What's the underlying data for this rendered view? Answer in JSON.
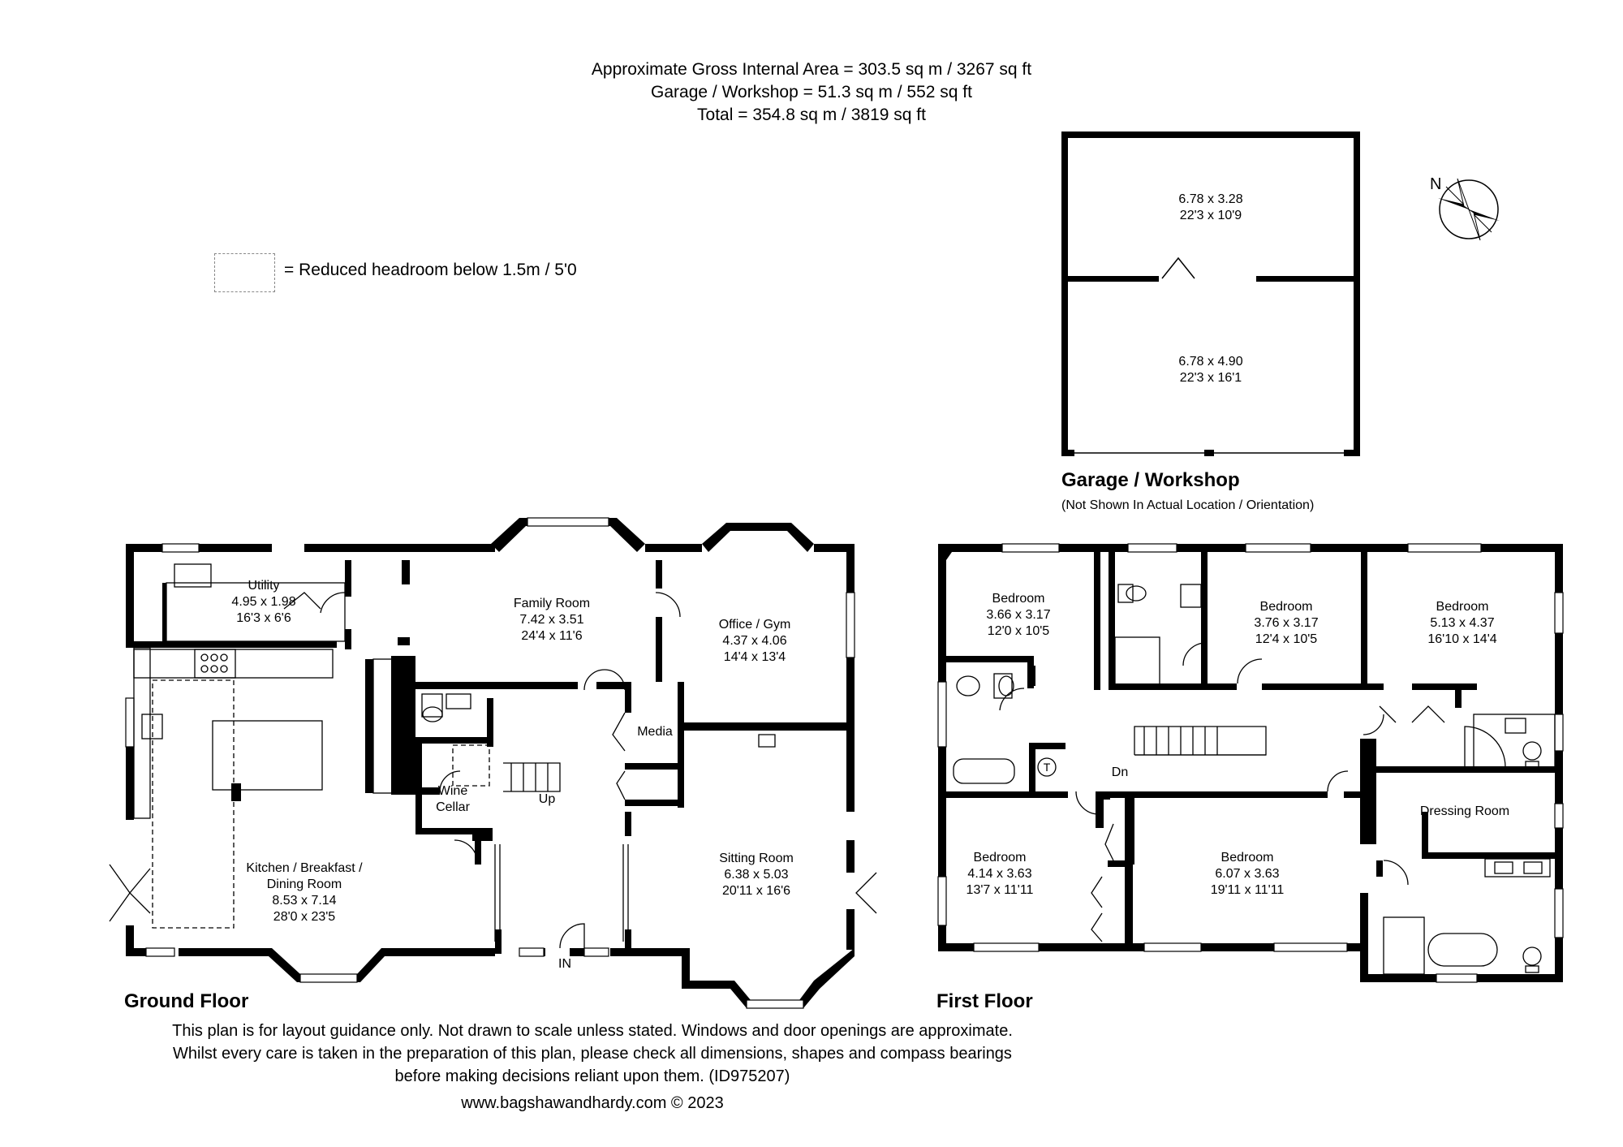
{
  "header": {
    "line1": "Approximate Gross Internal Area = 303.5 sq m / 3267 sq ft",
    "line2": "Garage / Workshop = 51.3 sq m / 552 sq ft",
    "line3": "Total = 354.8 sq m / 3819 sq ft"
  },
  "legend": {
    "text": "= Reduced headroom below 1.5m / 5'0"
  },
  "compass": {
    "label": "N"
  },
  "garage": {
    "title": "Garage / Workshop",
    "note": "(Not Shown In Actual Location / Orientation)",
    "upper": {
      "metric": "6.78 x 3.28",
      "imperial": "22'3 x 10'9"
    },
    "lower": {
      "metric": "6.78 x 4.90",
      "imperial": "22'3 x 16'1"
    }
  },
  "ground": {
    "title": "Ground Floor",
    "utility": {
      "name": "Utility",
      "metric": "4.95 x 1.98",
      "imperial": "16'3 x 6'6"
    },
    "family": {
      "name": "Family Room",
      "metric": "7.42 x 3.51",
      "imperial": "24'4 x 11'6"
    },
    "office": {
      "name": "Office / Gym",
      "metric": "4.37 x 4.06",
      "imperial": "14'4 x 13'4"
    },
    "media": {
      "name": "Media"
    },
    "wine": {
      "name1": "Wine",
      "name2": "Cellar"
    },
    "up": "Up",
    "in": "IN",
    "kitchen": {
      "name1": "Kitchen / Breakfast /",
      "name2": "Dining Room",
      "metric": "8.53 x 7.14",
      "imperial": "28'0 x 23'5"
    },
    "sitting": {
      "name": "Sitting Room",
      "metric": "6.38 x 5.03",
      "imperial": "20'11 x 16'6"
    }
  },
  "first": {
    "title": "First Floor",
    "bed1": {
      "name": "Bedroom",
      "metric": "3.66 x 3.17",
      "imperial": "12'0 x 10'5"
    },
    "bed2": {
      "name": "Bedroom",
      "metric": "3.76 x 3.17",
      "imperial": "12'4 x 10'5"
    },
    "bed3": {
      "name": "Bedroom",
      "metric": "5.13 x 4.37",
      "imperial": "16'10 x 14'4"
    },
    "bed4": {
      "name": "Bedroom",
      "metric": "4.14 x 3.63",
      "imperial": "13'7 x 11'11"
    },
    "bed5": {
      "name": "Bedroom",
      "metric": "6.07 x 3.63",
      "imperial": "19'11 x 11'11"
    },
    "dressing": {
      "name": "Dressing Room"
    },
    "tank": "T",
    "dn": "Dn"
  },
  "disclaimer": {
    "line1": "This plan is for layout guidance only. Not drawn to scale unless stated. Windows and door openings are approximate.",
    "line2": "Whilst every care is taken in the preparation of this plan, please check all dimensions, shapes and compass bearings",
    "line3": "before making decisions reliant upon them. (ID975207)",
    "line4": "www.bagshawandhardy.com © 2023"
  }
}
